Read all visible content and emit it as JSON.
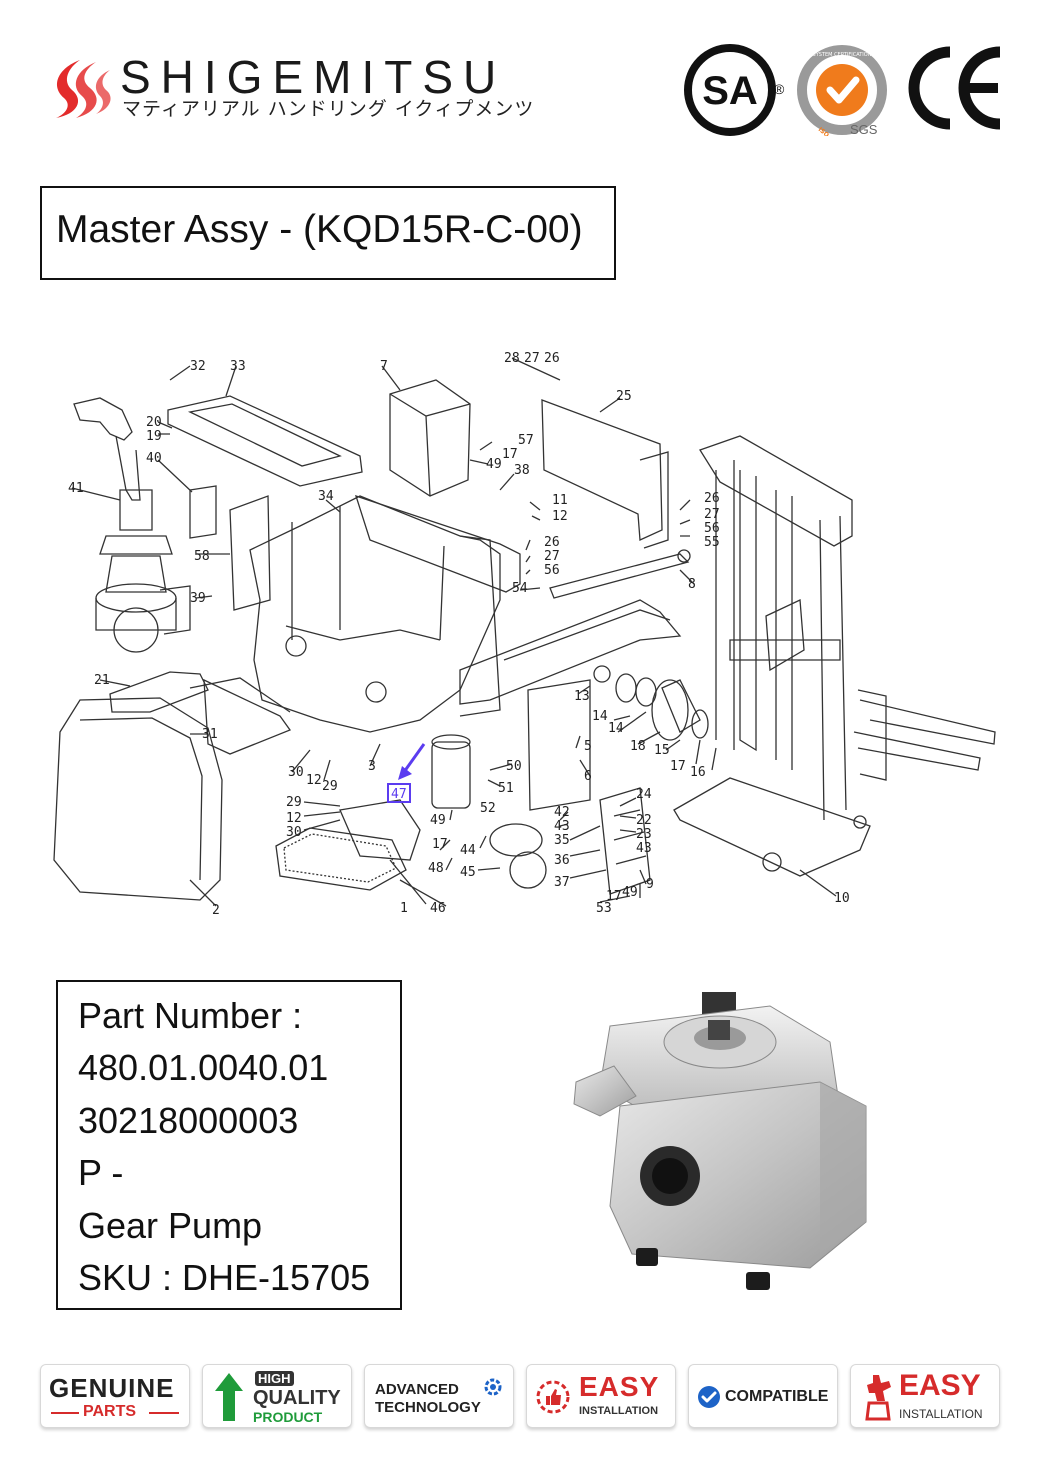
{
  "header": {
    "brand_name": "SHIGEMITSU",
    "brand_subtitle": "マティアリアル ハンドリング イクィプメンツ",
    "csa_text": "SA",
    "csa_reg": "®",
    "iso_text": "ISO 9001:2008",
    "iso_top_text": "SYSTEM CERTIFICATION",
    "sgs_text": "SGS",
    "ce_text": "CE"
  },
  "title": "Master Assy - (KQD15R-C-00)",
  "diagram": {
    "highlighted_part": "47",
    "callouts": [
      "32",
      "33",
      "7",
      "28",
      "27",
      "26",
      "25",
      "20",
      "19",
      "40",
      "41",
      "57",
      "49",
      "17",
      "38",
      "34",
      "11",
      "12",
      "26",
      "27",
      "56",
      "55",
      "58",
      "26",
      "27",
      "56",
      "54",
      "8",
      "39",
      "21",
      "31",
      "30",
      "12",
      "29",
      "3",
      "47",
      "50",
      "51",
      "6",
      "5",
      "13",
      "14",
      "14",
      "18",
      "15",
      "17",
      "16",
      "29",
      "12",
      "30",
      "49",
      "52",
      "42",
      "43",
      "24",
      "22",
      "23",
      "43",
      "17",
      "48",
      "44",
      "45",
      "35",
      "36",
      "37",
      "9",
      "17",
      "49",
      "53",
      "46",
      "1",
      "2",
      "10"
    ]
  },
  "part_info": {
    "label": "Part Number :",
    "number_1": "480.01.0040.01",
    "number_2": "30218000003",
    "number_3": "P -",
    "name": "Gear Pump",
    "sku": "SKU : DHE-15705"
  },
  "badges": [
    {
      "line1": "GENUINE",
      "line2": "PARTS"
    },
    {
      "line1": "HIGH",
      "line2": "QUALITY",
      "line3": "PRODUCT"
    },
    {
      "line1": "ADVANCED",
      "line2": "TECHNOLOGY"
    },
    {
      "line1": "EASY",
      "line2": "INSTALLATION"
    },
    {
      "line1": "COMPATIBLE"
    },
    {
      "line1": "EASY",
      "line2": "INSTALLATION"
    }
  ],
  "colors": {
    "logo_red": "#e32b2b",
    "iso_orange": "#f07b1c",
    "highlight": "#5b3cf0",
    "green": "#1f9b3a",
    "red": "#d62b2b",
    "blue": "#1d63c7"
  }
}
